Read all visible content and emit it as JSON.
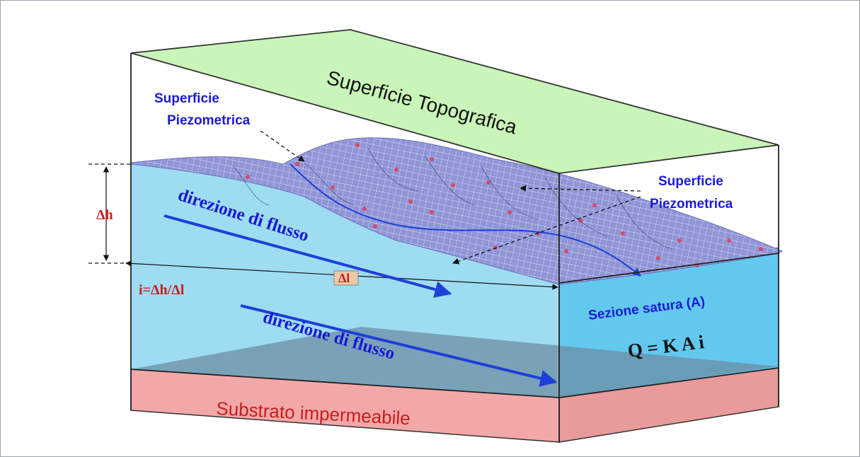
{
  "labels": {
    "surface_topo": "Superficie Topografica",
    "piezo_left_1": "Superficie",
    "piezo_left_2": "Piezometrica",
    "piezo_right_1": "Superficie",
    "piezo_right_2": "Piezometrica",
    "delta_h": "Δh",
    "delta_l": "Δl",
    "gradient": "i=Δh/Δl",
    "flow_upper": "direzione di flusso",
    "flow_lower": "direzione di flusso",
    "saturated_section": "Sezione satura (A)",
    "formula": "Q = K A i",
    "substrate": "Substrato impermeabile"
  },
  "colors": {
    "topo_surface": "#c9f5b8",
    "saturated_zone": "#9edcf2",
    "saturated_face": "#62c8ee",
    "substrate_top": "#e88d8d",
    "substrate_front": "#f2a8a8",
    "piezo_mesh": "#8f95d6",
    "label_blue": "#1a1ad4",
    "label_red": "#c81e1e",
    "arrow_blue": "#1e3fd8"
  }
}
